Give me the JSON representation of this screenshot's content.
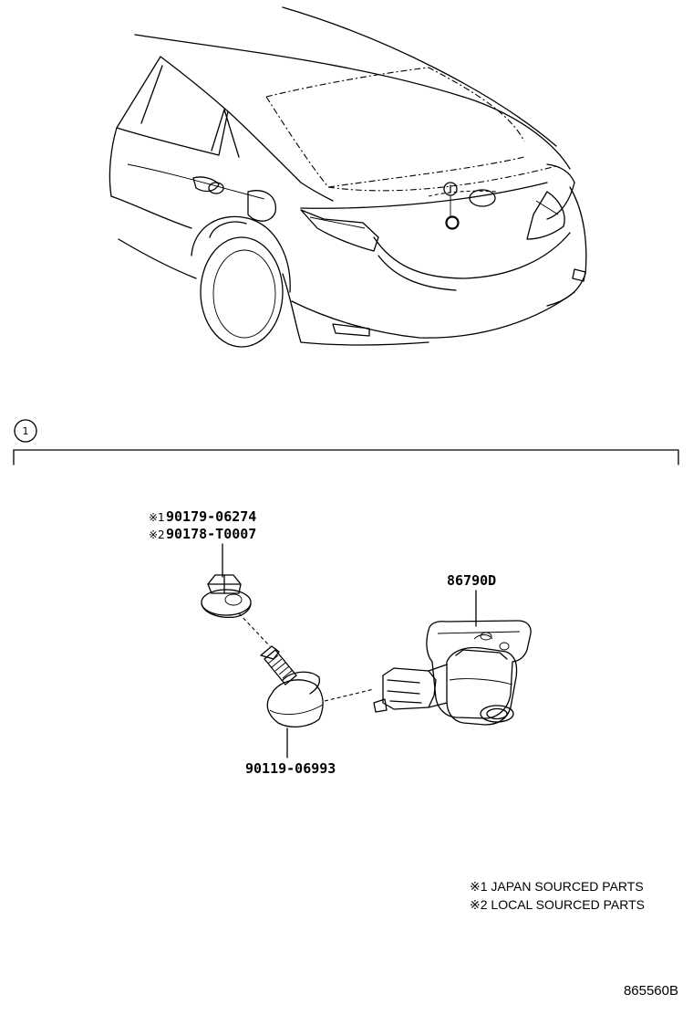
{
  "callout": {
    "number": "1"
  },
  "parts": {
    "nut_line1_mark": "※1",
    "nut_line1_code": "90179-06274",
    "nut_line2_mark": "※2",
    "nut_line2_code": "90178-T0007",
    "camera": "86790D",
    "bolt": "90119-06993"
  },
  "legend": {
    "note1": "※1 JAPAN SOURCED PARTS",
    "note2": "※2 LOCAL SOURCED PARTS"
  },
  "illustration_code": "865560B",
  "icons": {
    "car": "car-rear-view-icon",
    "nut": "flange-nut-icon",
    "bolt": "bolt-icon",
    "camera": "back-camera-icon"
  }
}
